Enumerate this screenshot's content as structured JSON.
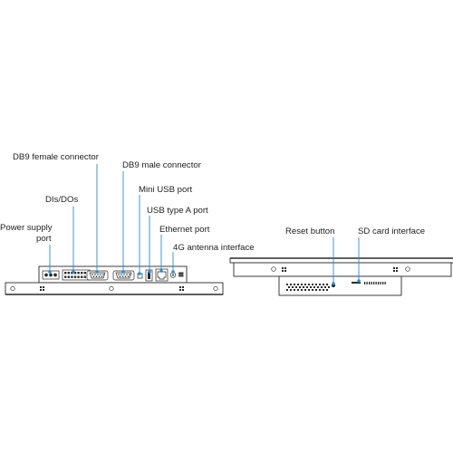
{
  "labels": {
    "db9_female": "DB9 female connector",
    "db9_male": "DB9 male connector",
    "mini_usb": "Mini USB port",
    "dis_dos": "DIs/DOs",
    "usb_a": "USB type A port",
    "power_line1": "Power supply",
    "power_line2": "port",
    "ethernet": "Ethernet port",
    "antenna_4g": "4G antenna interface",
    "reset": "Reset button",
    "sd_card": "SD card interface"
  },
  "colors": {
    "callout": "#2e8bd0",
    "outline": "#2a2a2a",
    "text": "#1f1f1f"
  }
}
